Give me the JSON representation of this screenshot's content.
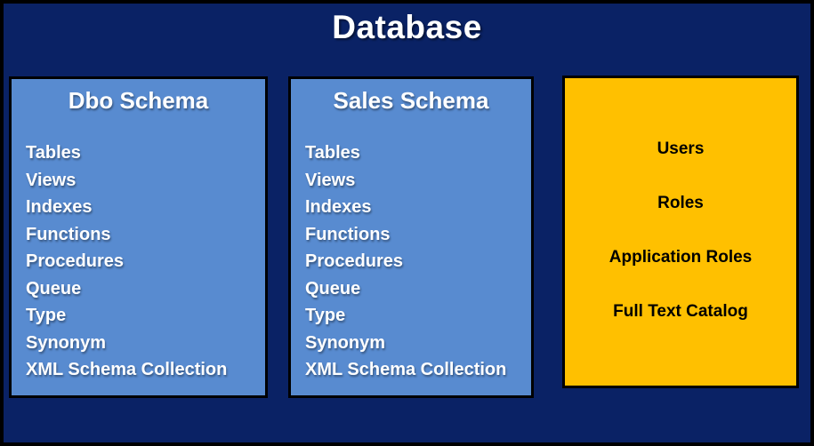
{
  "diagram": {
    "title": "Database"
  },
  "colors": {
    "background_navy": "#0A2265",
    "schema_box_blue": "#588BD0",
    "security_box_gold": "#FFC000",
    "border_black": "#000000",
    "schema_text_white": "#FFFFFF",
    "security_text_black": "#000000"
  },
  "schemas": [
    {
      "title": "Dbo Schema",
      "items": [
        "Tables",
        "Views",
        "Indexes",
        "Functions",
        "Procedures",
        "Queue",
        "Type",
        "Synonym",
        "XML Schema Collection"
      ]
    },
    {
      "title": "Sales Schema",
      "items": [
        "Tables",
        "Views",
        "Indexes",
        "Functions",
        "Procedures",
        "Queue",
        "Type",
        "Synonym",
        "XML Schema Collection"
      ]
    }
  ],
  "security_box": {
    "items": [
      "Users",
      "Roles",
      "Application Roles",
      "Full Text Catalog"
    ]
  }
}
